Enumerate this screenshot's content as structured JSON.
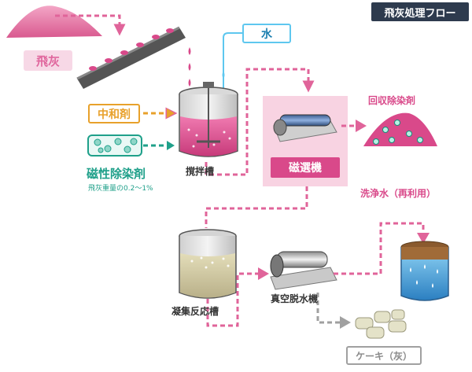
{
  "title": "飛灰処理フロー",
  "labels": {
    "fly_ash": "飛灰",
    "water": "水",
    "neutralizer": "中和剤",
    "magnetic_decon": "磁性除染剤",
    "dosage_note": "飛灰重量の0.2〜1%",
    "mixing_tank": "撹拌槽",
    "magnetic_separator": "磁選機",
    "recovered_decon": "回収除染剤",
    "wash_water": "洗浄水（再利用）",
    "flocculation_tank": "凝集反応槽",
    "vacuum_dewater": "真空脱水機",
    "cake": "ケーキ（灰）"
  },
  "colors": {
    "pink": "#d9498a",
    "pink_label": "#e0669d",
    "pink_dash": "#e0649a",
    "blue": "#2aa3d6",
    "orange": "#e8a12b",
    "teal": "#1fa08a",
    "gray": "#9a9a9a",
    "dark": "#333333",
    "title_bg": "#2e3b4e"
  }
}
